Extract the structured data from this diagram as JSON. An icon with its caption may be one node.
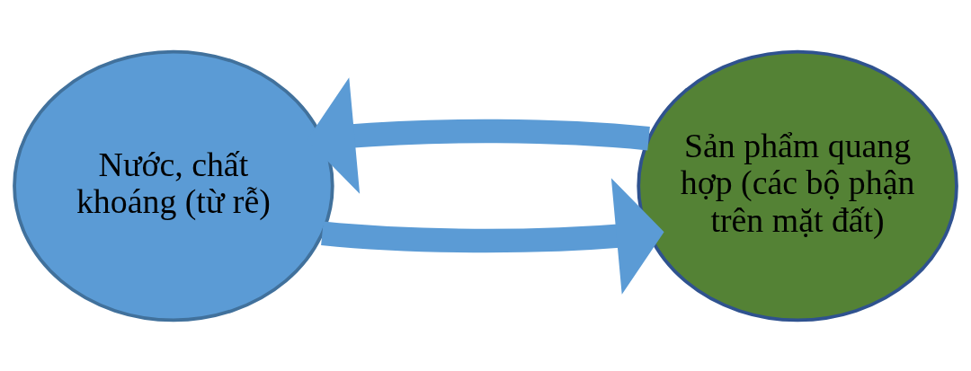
{
  "diagram": {
    "nodes": [
      {
        "text": [
          "Nước, chất khoáng (từ rễ)"
        ]
      },
      {
        "text": [
          "Sản phẩm quang hợp (các bộ phận trên mặt đất)"
        ]
      }
    ],
    "edges": [
      {
        "from": 0,
        "to": 1,
        "arrow": "to"
      },
      {
        "from": 1,
        "to": 0,
        "arrow": "to"
      }
    ]
  }
}
